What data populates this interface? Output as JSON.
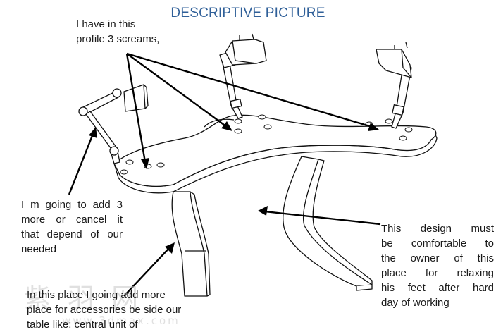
{
  "title": "DESCRIPTIVE PICTURE",
  "notes": {
    "profile": [
      "I have in this",
      "profile  3 screams,"
    ],
    "add_more": [
      "I m going to  add 3",
      "more  or  cancel  it",
      "that depend of our",
      "needed"
    ],
    "comfort": [
      "This  design  must",
      "be comfortable to",
      "the owner of this",
      "place for relaxing",
      "his feet after hard",
      "day of working"
    ],
    "accessories": [
      "In this place I going add more",
      "place for accessories  be side our",
      "table like: central unit of"
    ]
  },
  "watermark": {
    "chars": "紫 羽 网",
    "url": "www.3dmax.com"
  },
  "colors": {
    "title": "#2f5f98",
    "line": "#111111",
    "text": "#1a1a1a"
  }
}
